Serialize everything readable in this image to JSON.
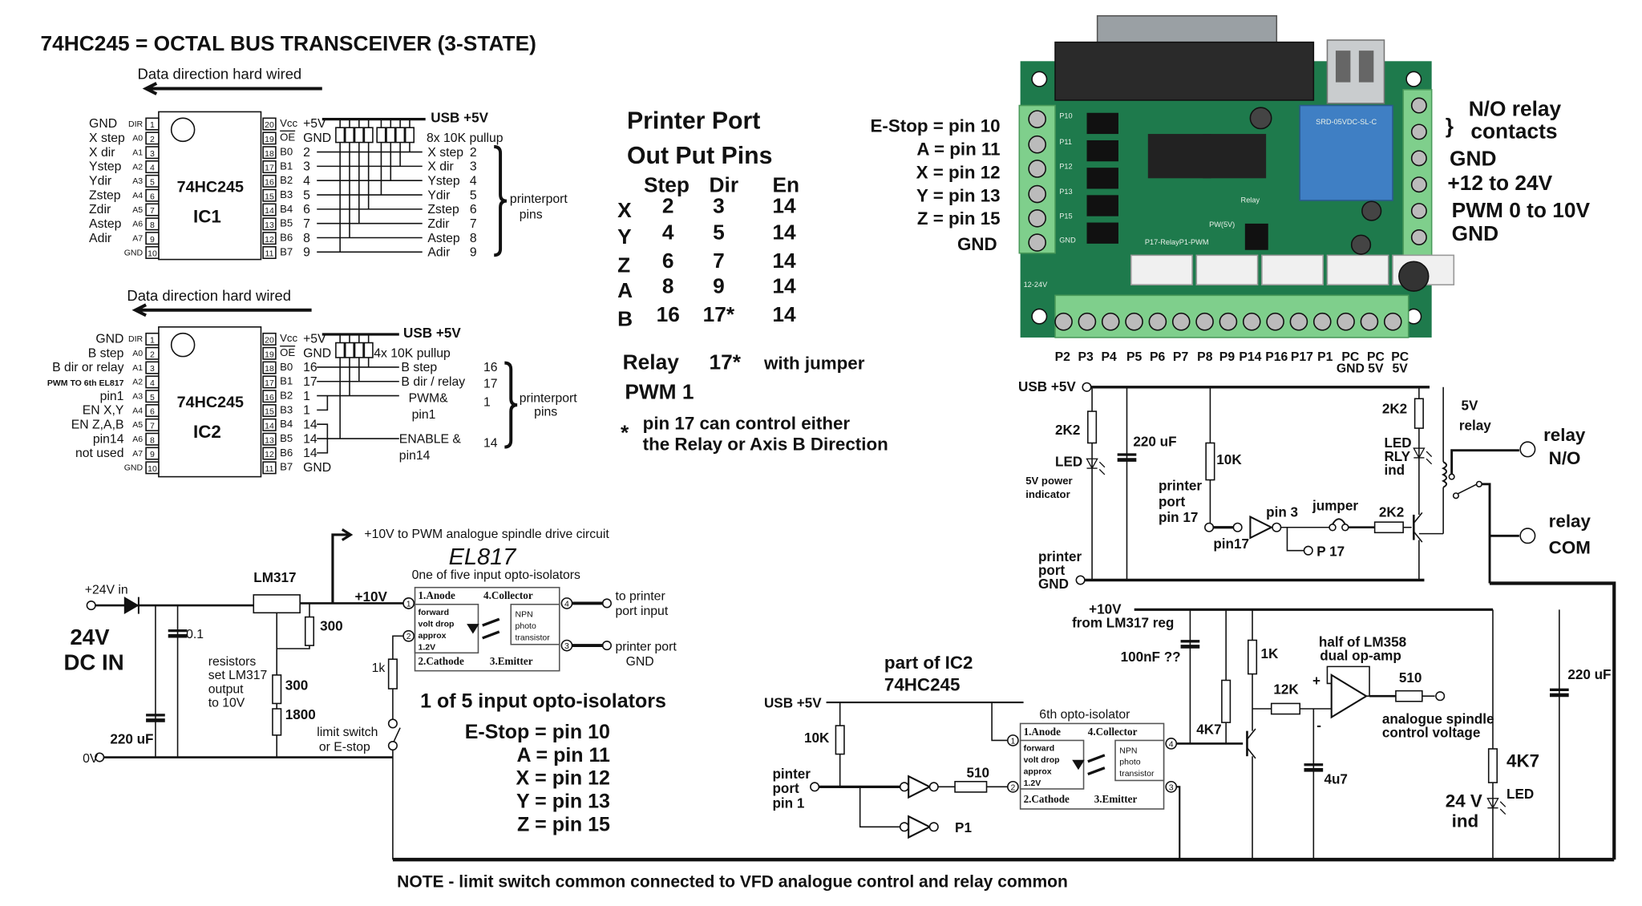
{
  "title": "74HC245 =  OCTAL BUS TRANSCEIVER (3-STATE)",
  "ic1": {
    "direction": "Data direction hard wired",
    "part": "74HC245",
    "ref": "IC1",
    "left_labels": [
      "GND",
      "X step",
      "X dir",
      "Ystep",
      "Ydir",
      "Zstep",
      "Zdir",
      "Astep",
      "Adir",
      ""
    ],
    "left_pins": [
      "DIR",
      "A0",
      "A1",
      "A2",
      "A3",
      "A4",
      "A5",
      "A6",
      "A7",
      "GND"
    ],
    "left_nums": [
      "1",
      "2",
      "3",
      "4",
      "5",
      "6",
      "7",
      "8",
      "9",
      "10"
    ],
    "right_nums": [
      "20",
      "19",
      "18",
      "17",
      "16",
      "15",
      "14",
      "13",
      "12",
      "11"
    ],
    "right_pins": [
      "Vcc",
      "OE",
      "B0",
      "B1",
      "B2",
      "B3",
      "B4",
      "B5",
      "B6",
      "B7"
    ],
    "outputs": [
      "+5V",
      "GND",
      "2",
      "3",
      "4",
      "5",
      "6",
      "7",
      "8",
      "9"
    ],
    "supply": "USB +5V",
    "pullup": "8x 10K pullup",
    "port_labels": [
      "X step",
      "X dir",
      "Ystep",
      "Ydir",
      "Zstep",
      "Zdir",
      "Astep",
      "Adir"
    ],
    "port_nums": [
      "2",
      "3",
      "4",
      "5",
      "6",
      "7",
      "8",
      "9"
    ],
    "group": [
      "printerport",
      "pins"
    ]
  },
  "ic2": {
    "direction": "Data direction hard wired",
    "part": "74HC245",
    "ref": "IC2",
    "left_labels": [
      "GND",
      "B step",
      "B dir or relay",
      "PWM TO 6th EL817",
      "pin1",
      "EN X,Y",
      "EN Z,A,B",
      "pin14",
      "not used",
      ""
    ],
    "left_pins": [
      "DIR",
      "A0",
      "A1",
      "A2",
      "A3",
      "A4",
      "A5",
      "A6",
      "A7",
      "GND"
    ],
    "left_nums": [
      "1",
      "2",
      "3",
      "4",
      "5",
      "6",
      "7",
      "8",
      "9",
      "10"
    ],
    "right_nums": [
      "20",
      "19",
      "18",
      "17",
      "16",
      "15",
      "14",
      "13",
      "12",
      "11"
    ],
    "right_pins": [
      "Vcc",
      "OE",
      "B0",
      "B1",
      "B2",
      "B3",
      "B4",
      "B5",
      "B6",
      "B7"
    ],
    "outputs": [
      "+5V",
      "GND",
      "16",
      "17",
      "1",
      "1",
      "14",
      "14",
      "14",
      "GND"
    ],
    "supply": "USB +5V",
    "pullup": "4x 10K pullup",
    "port_labels": [
      "B step",
      "B dir / relay",
      "PWM&",
      "pin1",
      "ENABLE &",
      "pin14"
    ],
    "port_nums": [
      "16",
      "17",
      "1",
      "14"
    ],
    "group": [
      "printerport",
      "pins"
    ]
  },
  "port_table": {
    "title": [
      "Printer Port",
      "Out Put Pins"
    ],
    "headers": [
      "Step",
      "Dir",
      "En"
    ],
    "rows": [
      {
        "axis": "X",
        "step": "2",
        "dir": "3",
        "en": "14"
      },
      {
        "axis": "Y",
        "step": "4",
        "dir": "5",
        "en": "14"
      },
      {
        "axis": "Z",
        "step": "6",
        "dir": "7",
        "en": "14"
      },
      {
        "axis": "A",
        "step": "8",
        "dir": "9",
        "en": "14"
      },
      {
        "axis": "B",
        "step": "16",
        "dir": "17*",
        "en": "14"
      }
    ],
    "relay": [
      "Relay",
      "17*",
      "with jumper"
    ],
    "pwm": "PWM  1",
    "footnote_mark": "*",
    "footnote": [
      "pin 17 can control either",
      "the Relay or Axis B  Direction"
    ]
  },
  "board": {
    "colors": {
      "pcb": "#1e7a4c",
      "terminal": "#7fcf8c",
      "relay": "#3f7fc4"
    },
    "left_labels": [
      "E-Stop = pin 10",
      "A = pin 11",
      "X = pin 12",
      "Y = pin 13",
      "Z = pin 15",
      "GND"
    ],
    "right_brace": "}",
    "right_labels": [
      "N/O relay",
      "contacts",
      "GND",
      "+12 to  24V",
      "PWM 0 to 10V",
      "GND"
    ],
    "bottom_pins": [
      "P2",
      "P3",
      "P4",
      "P5",
      "P6",
      "P7",
      "P8",
      "P9",
      "P14",
      "P16",
      "P17",
      "P1"
    ],
    "bottom_pc": [
      [
        "PC",
        "GND"
      ],
      [
        "PC",
        "5V"
      ],
      [
        "PC",
        "5V"
      ]
    ],
    "silk": [
      "P10",
      "P11",
      "P12",
      "P13",
      "P15",
      "GND",
      "12-24V",
      "Relay",
      "PW(5V)",
      "P17-RelayP1-PWM"
    ],
    "relay_text": "SRD-05VDC-SL-C"
  },
  "relay_circuit": {
    "supply": "USB +5V",
    "r1": "2K2",
    "led1": "LED",
    "led1_desc": [
      "5V power",
      "indicator"
    ],
    "cap": "220 uF",
    "r2": "10K",
    "input": [
      "printer",
      "port",
      "pin 17"
    ],
    "pin17": "pin17",
    "pin3": "pin 3",
    "p17": "P 17",
    "jumper": "jumper",
    "r3": "2K2",
    "r4": "2K2",
    "led2": [
      "LED",
      "RLY",
      "ind"
    ],
    "relay": [
      "5V",
      "relay"
    ],
    "no": [
      "relay",
      "N/O"
    ],
    "com": [
      "relay",
      "COM"
    ],
    "gnd": [
      "printer",
      "port",
      "GND"
    ]
  },
  "power": {
    "in": "+24V in",
    "zero": "0V",
    "dc": [
      "24V",
      "DC IN"
    ],
    "c1": "0.1",
    "c2": "220 uF",
    "reg": "LM317",
    "out": "+10V",
    "out_arrow": "+10V to PWM analogue spindle drive circuit",
    "r1": "300",
    "r2": "300",
    "r3": "1800",
    "note": [
      "resistors",
      "set LM317",
      "output",
      "to 10V"
    ],
    "r_in": "1k",
    "switch": [
      "limit switch",
      "or E-stop"
    ]
  },
  "opto": {
    "name": "EL817",
    "desc": "0ne of five input opto-isolators",
    "anode": "1.Anode",
    "collector": "4.Collector",
    "cathode": "2.Cathode",
    "emitter": "3.Emitter",
    "led": [
      "forward",
      "volt drop",
      "approx",
      "1.2V"
    ],
    "tr": [
      "NPN",
      "photo",
      "transistor"
    ],
    "pin_nums": [
      "1",
      "2",
      "3",
      "4"
    ],
    "out1": [
      "to printer",
      "port input"
    ],
    "out2": [
      "printer port",
      "GND"
    ],
    "heading": "1 of 5 input opto-isolators",
    "list": [
      "E-Stop = pin 10",
      "A = pin 11",
      "X = pin 12",
      "Y = pin 13",
      "Z = pin 15"
    ]
  },
  "pwm": {
    "part": [
      "part of IC2",
      "74HC245"
    ],
    "supply": "USB +5V",
    "r1": "10K",
    "input": [
      "pinter",
      "port",
      "pin 1"
    ],
    "r2": "510",
    "p1": "P1",
    "opto": "6th opto-isolator",
    "rail": [
      "+10V",
      "from LM317 reg"
    ],
    "c1": "100nF ??",
    "r3": "4K7",
    "r4": "1K",
    "r5": "12K",
    "opamp": [
      "half of LM358",
      "dual op-amp"
    ],
    "plus": "+",
    "minus": "-",
    "r6": "510",
    "out": [
      "analogue spindle",
      "control voltage"
    ],
    "c2": "4u7",
    "r7": "4K7",
    "led": "LED",
    "ind": [
      "24 V",
      "ind"
    ],
    "c3": "220 uF"
  },
  "note": "NOTE - limit switch common connected to VFD analogue control and relay common"
}
